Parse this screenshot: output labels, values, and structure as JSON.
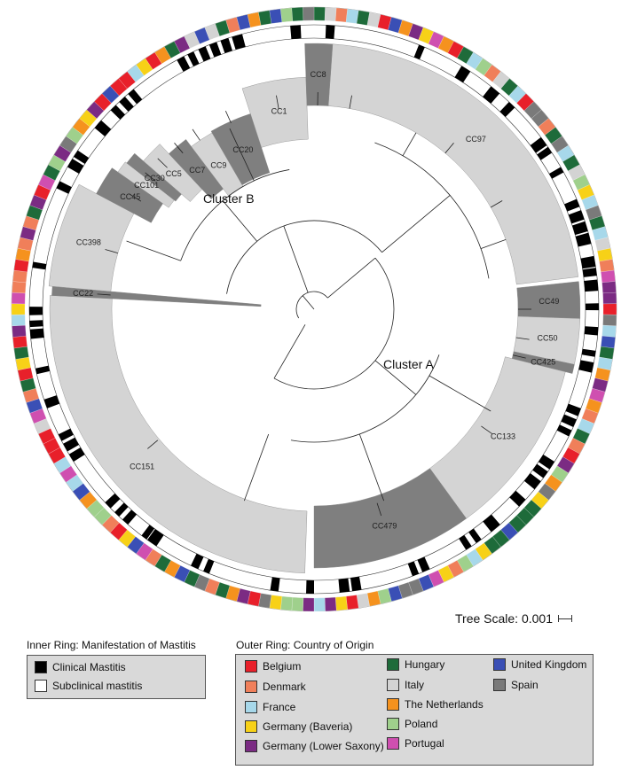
{
  "clusters": [
    "Cluster A",
    "Cluster B"
  ],
  "clonal_complexes": [
    {
      "label": "CC97",
      "shade": "light"
    },
    {
      "label": "CC49",
      "shade": "dark"
    },
    {
      "label": "CC50",
      "shade": "light"
    },
    {
      "label": "CC425",
      "shade": "dark"
    },
    {
      "label": "CC133",
      "shade": "light"
    },
    {
      "label": "CC479",
      "shade": "dark"
    },
    {
      "label": "CC151",
      "shade": "light"
    },
    {
      "label": "CC22",
      "shade": "dark"
    },
    {
      "label": "CC398",
      "shade": "light"
    },
    {
      "label": "CC45",
      "shade": "dark"
    },
    {
      "label": "CC101",
      "shade": "light"
    },
    {
      "label": "CC30",
      "shade": "dark"
    },
    {
      "label": "CC5",
      "shade": "light"
    },
    {
      "label": "CC7",
      "shade": "dark"
    },
    {
      "label": "CC9",
      "shade": "light"
    },
    {
      "label": "CC20",
      "shade": "dark"
    },
    {
      "label": "CC1",
      "shade": "light"
    },
    {
      "label": "CC8",
      "shade": "dark"
    }
  ],
  "tree_scale": "Tree Scale: 0.001",
  "inner_legend": {
    "title": "Inner Ring: Manifestation of Mastitis",
    "items": [
      {
        "label": "Clinical Mastitis",
        "color": "#000000"
      },
      {
        "label": "Subclinical mastitis",
        "color": "#ffffff"
      }
    ]
  },
  "outer_legend": {
    "title": "Outer Ring: Country of Origin",
    "items": [
      {
        "label": "Belgium",
        "color": "#e8202a"
      },
      {
        "label": "Denmark",
        "color": "#f07f5a"
      },
      {
        "label": "France",
        "color": "#a7d8ea"
      },
      {
        "label": "Germany (Baveria)",
        "color": "#f7d117"
      },
      {
        "label": "Germany (Lower Saxony)",
        "color": "#7b2b83"
      },
      {
        "label": "Hungary",
        "color": "#1e6b3a"
      },
      {
        "label": "Italy",
        "color": "#d3d3d3"
      },
      {
        "label": "The Netherlands",
        "color": "#f5921e"
      },
      {
        "label": "Poland",
        "color": "#9fd08c"
      },
      {
        "label": "Portugal",
        "color": "#cf4fb0"
      },
      {
        "label": "United Kingdom",
        "color": "#3a4fb5"
      },
      {
        "label": "Spain",
        "color": "#7a7a7a"
      }
    ]
  }
}
